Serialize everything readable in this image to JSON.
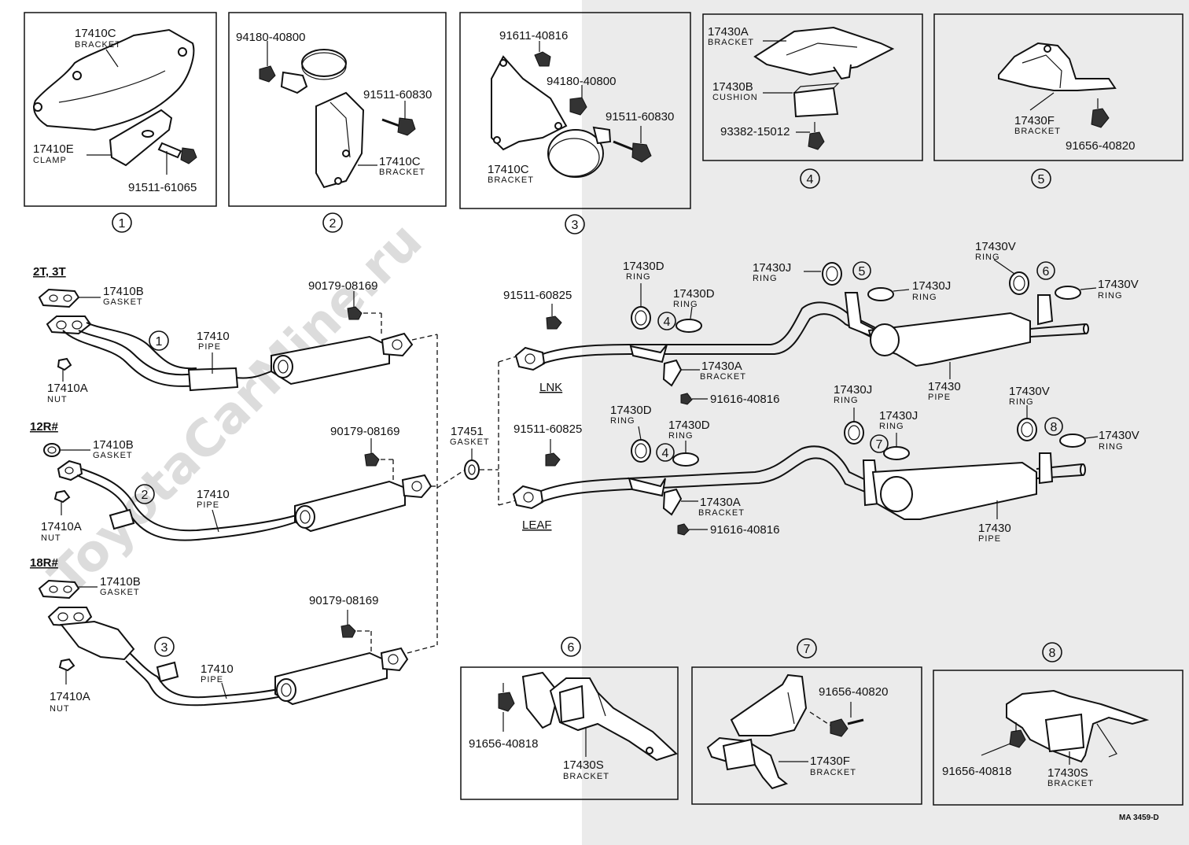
{
  "watermark": "ToyotaCarMine.ru",
  "footer_code": "MA 3459-D",
  "boxes": {
    "b1": {
      "num": "1",
      "labels": [
        {
          "pn": "17410C",
          "sub": "BRACKET"
        },
        {
          "pn": "17410E",
          "sub": "CLAMP"
        },
        {
          "pn": "91511-61065",
          "sub": ""
        }
      ]
    },
    "b2": {
      "num": "2",
      "labels": [
        {
          "pn": "94180-40800",
          "sub": ""
        },
        {
          "pn": "91511-60830",
          "sub": ""
        },
        {
          "pn": "17410C",
          "sub": "BRACKET"
        }
      ]
    },
    "b3": {
      "num": "3",
      "labels": [
        {
          "pn": "91611-40816",
          "sub": ""
        },
        {
          "pn": "94180-40800",
          "sub": ""
        },
        {
          "pn": "91511-60830",
          "sub": ""
        },
        {
          "pn": "17410C",
          "sub": "BRACKET"
        }
      ]
    },
    "b4": {
      "num": "4",
      "labels": [
        {
          "pn": "17430A",
          "sub": "BRACKET"
        },
        {
          "pn": "17430B",
          "sub": "CUSHION"
        },
        {
          "pn": "93382-15012",
          "sub": ""
        }
      ]
    },
    "b5": {
      "num": "5",
      "labels": [
        {
          "pn": "17430F",
          "sub": "BRACKET"
        },
        {
          "pn": "91656-40820",
          "sub": ""
        }
      ]
    },
    "b6": {
      "num": "6",
      "labels": [
        {
          "pn": "91656-40818",
          "sub": ""
        },
        {
          "pn": "17430S",
          "sub": "BRACKET"
        }
      ]
    },
    "b7": {
      "num": "7",
      "labels": [
        {
          "pn": "91656-40820",
          "sub": ""
        },
        {
          "pn": "17430F",
          "sub": "BRACKET"
        }
      ]
    },
    "b8": {
      "num": "8",
      "labels": [
        {
          "pn": "91656-40818",
          "sub": ""
        },
        {
          "pn": "17430S",
          "sub": "BRACKET"
        }
      ]
    }
  },
  "front": {
    "g1": {
      "engine": "2T, 3T",
      "gasket": "17410B",
      "gasket_sub": "GASKET",
      "nut": "17410A",
      "nut_sub": "NUT",
      "pipe": "17410",
      "pipe_sub": "PIPE",
      "bolt": "90179-08169",
      "ref": "1"
    },
    "g2": {
      "engine": "12R#",
      "gasket": "17410B",
      "gasket_sub": "GASKET",
      "nut": "17410A",
      "nut_sub": "NUT",
      "pipe": "17410",
      "pipe_sub": "PIPE",
      "bolt": "90179-08169",
      "ref": "2"
    },
    "g3": {
      "engine": "18R#",
      "gasket": "17410B",
      "gasket_sub": "GASKET",
      "nut": "17410A",
      "nut_sub": "NUT",
      "pipe": "17410",
      "pipe_sub": "PIPE",
      "bolt": "90179-08169",
      "ref": "3"
    },
    "center_gasket": {
      "pn": "17451",
      "sub": "GASKET"
    }
  },
  "rear": {
    "lnk": {
      "variant": "LNK",
      "bolt": "91511-60825",
      "ring_d1": "17430D",
      "ring_d2": "17430D",
      "ring_sub": "RING",
      "ref_d": "4",
      "bracket": "17430A",
      "bracket_sub": "BRACKET",
      "bolt2": "91616-40816",
      "ring_j1": "17430J",
      "ring_j2": "17430J",
      "ref_j": "5",
      "ring_v1": "17430V",
      "ring_v2": "17430V",
      "ref_v": "6",
      "pipe": "17430",
      "pipe_sub": "PIPE"
    },
    "leaf": {
      "variant": "LEAF",
      "bolt": "91511-60825",
      "ring_d1": "17430D",
      "ring_d2": "17430D",
      "ring_sub": "RING",
      "ref_d": "4",
      "bracket": "17430A",
      "bracket_sub": "BRACKET",
      "bolt2": "91616-40816",
      "ring_j1": "17430J",
      "ring_j2": "17430J",
      "ref_j": "7",
      "ring_v1": "17430V",
      "ring_v2": "17430V",
      "ref_v": "8",
      "pipe": "17430",
      "pipe_sub": "PIPE"
    }
  }
}
